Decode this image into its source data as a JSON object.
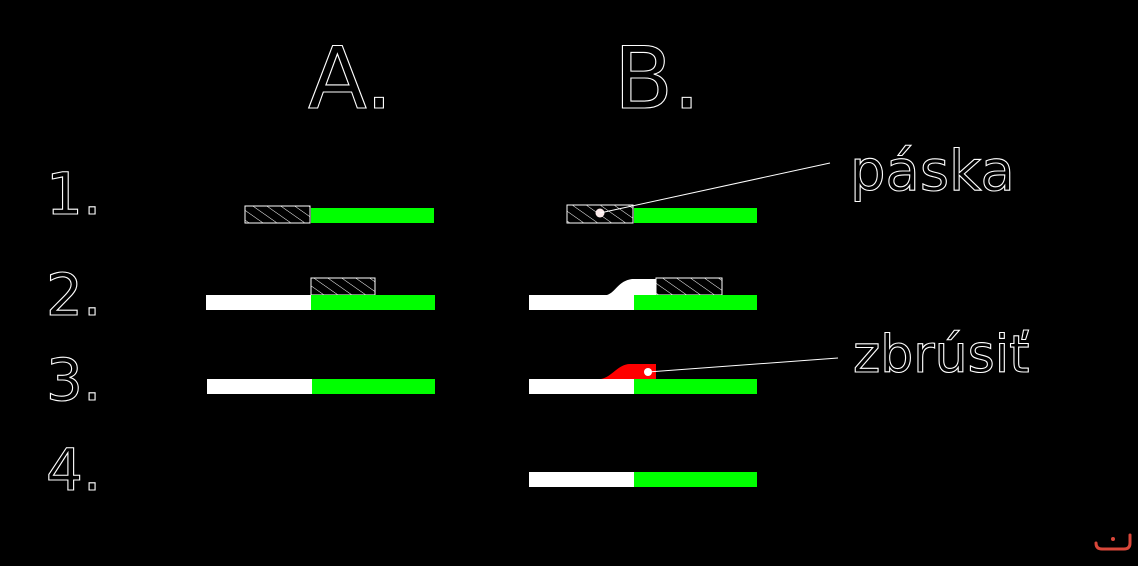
{
  "columns": {
    "a": "A.",
    "b": "B."
  },
  "rows": [
    "1.",
    "2.",
    "3.",
    "4."
  ],
  "annotations": {
    "tape": "páska",
    "grind": "zbrúsiť"
  },
  "colors": {
    "background": "#000000",
    "green": "#00ff00",
    "white": "#ffffff",
    "red": "#ff0000",
    "logo": "#d9473a"
  }
}
